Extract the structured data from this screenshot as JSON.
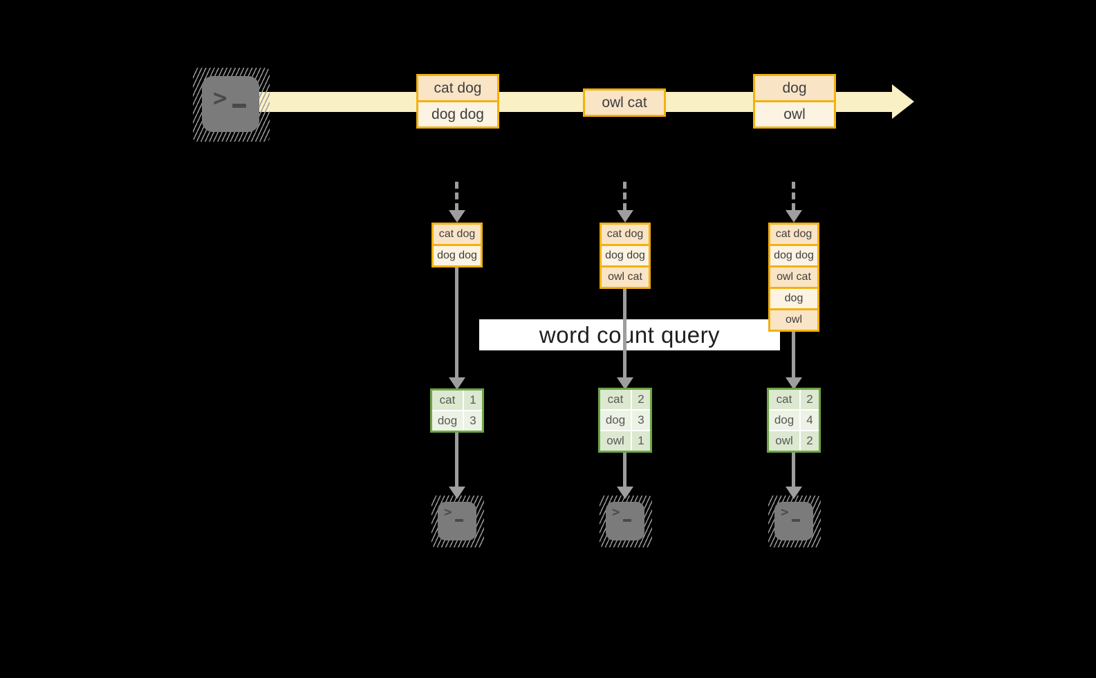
{
  "query": {
    "label": "word count query"
  },
  "icons": {
    "chevron": ">"
  },
  "stream": {
    "events": [
      {
        "lines": [
          "cat dog",
          "dog dog"
        ]
      },
      {
        "lines": [
          "owl cat"
        ]
      },
      {
        "lines": [
          "dog",
          "owl"
        ]
      }
    ]
  },
  "columns": [
    {
      "buffer": [
        "cat dog",
        "dog dog"
      ],
      "counts": [
        {
          "word": "cat",
          "count": "1"
        },
        {
          "word": "dog",
          "count": "3"
        }
      ]
    },
    {
      "buffer": [
        "cat dog",
        "dog dog",
        "owl cat"
      ],
      "counts": [
        {
          "word": "cat",
          "count": "2"
        },
        {
          "word": "dog",
          "count": "3"
        },
        {
          "word": "owl",
          "count": "1"
        }
      ]
    },
    {
      "buffer": [
        "cat dog",
        "dog dog",
        "owl cat",
        "dog",
        "owl"
      ],
      "counts": [
        {
          "word": "cat",
          "count": "2"
        },
        {
          "word": "dog",
          "count": "4"
        },
        {
          "word": "owl",
          "count": "2"
        }
      ]
    }
  ],
  "colors": {
    "gold_border": "#F2B10D",
    "peach_fill": "#FAE4C6",
    "cream_fill": "#FCF3E2",
    "stream_band": "#FAF0C6",
    "green_border": "#6DA647",
    "green_cell_dark": "#DCE8D0",
    "green_cell_light": "#ECF2E4",
    "connector_gray": "#9E9E9E",
    "terminal_gray": "#7B7B7B",
    "query_bg": "#FFFFFF",
    "query_text": "#1E1E1E",
    "background": "#000000"
  }
}
